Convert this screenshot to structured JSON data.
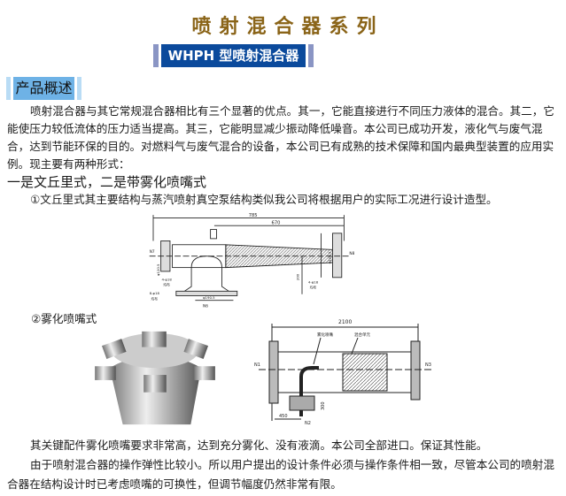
{
  "title": "喷射混合器系列",
  "banner": "WHPH 型喷射混合器",
  "section": "产品概述",
  "intro": {
    "p1": "喷射混合器与其它常规混合器相比有三个显著的优点。其一，它能直接进行不同压力液体的混合。其二，它能使压力较低流体的压力适当提高。其三，它能明显减少振动降低噪音。本公司已成功开发，液化气与废气混合，达到节能环保的目的。对燃料气与废气混合的设备，本公司已有成熟的技术保障和国内最典型装置的应用实例。现主要有两种形式：",
    "p1_big": "一是文丘里式，二是带雾化喷嘴式",
    "p2": "①文丘里式其主要结构与蒸汽喷射真空泵结构类似我公司将根据用户的实际工况进行设计造型。"
  },
  "drawing1": {
    "dim_total": "785",
    "dim_inner": "670",
    "n7": "N7",
    "n8": "N8",
    "n6": "N6",
    "dia_left": "φ120.5",
    "dia_right": "φ120.5",
    "holes_left": "4-φ18",
    "holes_right": "4-φ18",
    "holes_bottom": "8-φ18",
    "even": "均布",
    "height": "200",
    "dia_bottom": "φ190.5"
  },
  "nozzle_label": "②雾化喷嘴式",
  "drawing2": {
    "dim_total": "2100",
    "nozzle": "雾化喷嘴",
    "mix_unit": "混合单元",
    "n1": "N1",
    "n2": "N2",
    "n3": "N3",
    "dim_450": "450",
    "dim_300": "300"
  },
  "outro": {
    "p1": "其关键配件雾化喷嘴要求非常高，达到充分雾化、没有液滴。本公司全部进口。保证其性能。",
    "p2": "由于喷射混合器的操作弹性比较小。所以用户提出的设计条件必须与操作条件相一致，尽管本公司的喷射混合器在结构设计时已考虑喷嘴的可换性，但调节幅度仍然非常有限。"
  }
}
